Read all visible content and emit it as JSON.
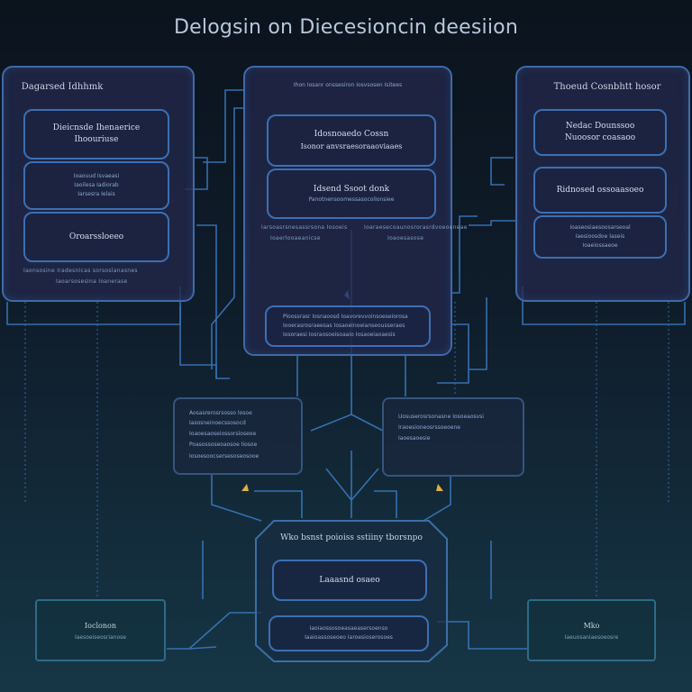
{
  "title": "Delogsin on Diecesioncin deesiion",
  "left_panel": {
    "title": "Dagarsed Idhhmk",
    "box1": {
      "title": "Dieicnsde Ihenaerice",
      "subtitle": "Ihoouriuse"
    },
    "box2": {
      "line1": "Ioaouud Isvaeasi",
      "line2": "Iaoilesa Iadiorab",
      "line3": "Iarsesra Ielais"
    },
    "box3": {
      "title": "Oroarssloeeo"
    },
    "note1": "Iaonsosine Iradesnicas sorsoslanasnes",
    "note2": "Iaoarsosesina Ioanerase"
  },
  "center_panel": {
    "header": "Ihon Iosanr onssesiron Iosvsosen Isitees",
    "box1": {
      "title": "Idosnoaedo Cossn",
      "subtitle": "Isonor anvsraesoraaoviaaes"
    },
    "box2": {
      "title": "Idsend Ssoot donk",
      "subtitle": "Panotnensoomessasocolionsiee"
    },
    "note_left1": "Iarsoasrsnesassrsona Iosoeis",
    "note_left2": "Ioaerlooaeanicse",
    "note_right1": "Ioaraesecoaunosrorasrdvoeoeneae",
    "note_right2": "Ioaoesasose",
    "inner": {
      "line1": "Pioossrasr Iosnaoosd Ioavorevvoinsoeseiorosa",
      "line2": "Iooerasrosraeesas Iosaoeinoeianseousseraes",
      "line3": "Iosoraesi Iosraosoeisoaaio Iosaoeiaoaesis"
    }
  },
  "right_panel": {
    "title": "Thoeud Cosnbhtt hosor",
    "box1": {
      "title": "Nedac Dounssoo",
      "subtitle": "Nuoosor coasaoo"
    },
    "box2": {
      "title": "Ridnosed ossoaasoeo"
    },
    "box3": {
      "line1": "Ioaseosiaesoosarseoal",
      "line2": "Iaesioosdoe Iaseis",
      "line3": "Ioaeiossaeoe"
    }
  },
  "mid_left_box": {
    "rows": [
      "Aosasrerosrsosso Iosoe",
      "Iasosneinoecssosocd",
      "Ioaoesaoseiossorsioseoe",
      "Poasossoseoaosoe Iiosoe",
      "Iosoesoocsersesoseosooe"
    ]
  },
  "mid_right_box": {
    "rows": [
      "Uosuserosrsonasne Iosoeaosvsi",
      "Iraoesioneosrssoeoene",
      "Iaoesaoesie"
    ]
  },
  "bottom_panel": {
    "title": "Wko bsnst poioiss sstiiny tborsnpo",
    "box1": {
      "title": "Laaasnd osaeo"
    },
    "box2": {
      "line1": "Iaoiaossosoeasaeasersoenso",
      "line2": "Iaaioassoseoeo Iaroesioserosoes"
    }
  },
  "leaf_left": {
    "title": "Ioclonon",
    "subtitle": "Iaesoeiseosrianose"
  },
  "leaf_right": {
    "title": "Mko",
    "subtitle": "Iaeuosaniaesoeosre"
  },
  "colors": {
    "panel_border": "#3f6aa8",
    "wire": "#3a78bd",
    "accent": "#e0b040"
  }
}
